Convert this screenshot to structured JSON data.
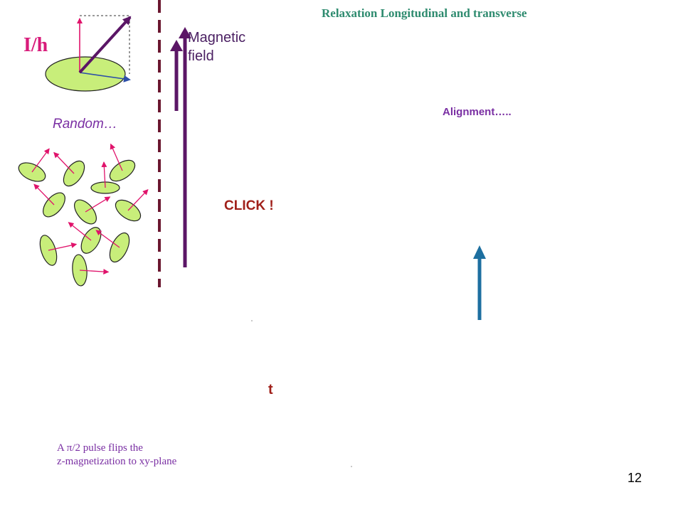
{
  "slide": {
    "title": "Relaxation Longitudinal and transverse",
    "spin_label": "I/h",
    "field_label_line1": "Magnetic",
    "field_label_line2": "field",
    "random_label": "Random…",
    "alignment_label": "Alignment…..",
    "click_label": "CLICK !",
    "time_label": "t",
    "pulse_line1": "A π/2 pulse flips the",
    "pulse_line2": "z-magnetization to xy-plane",
    "page_number": "12"
  },
  "colors": {
    "title": "#2e8b6f",
    "spin_label": "#d81b7a",
    "field_arrow": "#5b1666",
    "divider": "#6b1730",
    "disc_fill": "#c8ee7a",
    "moment_arrow": "#e0136b",
    "aligned_arrow": "#1d6fa0",
    "click": "#a0201a",
    "caption": "#7a2fa3"
  },
  "icons": {
    "spin_model": "precessing-spin-icon",
    "random_spins": "random-spin-ensemble-icon",
    "magnetic_field": "up-arrow-icon",
    "net_magnetization": "up-arrow-icon"
  }
}
